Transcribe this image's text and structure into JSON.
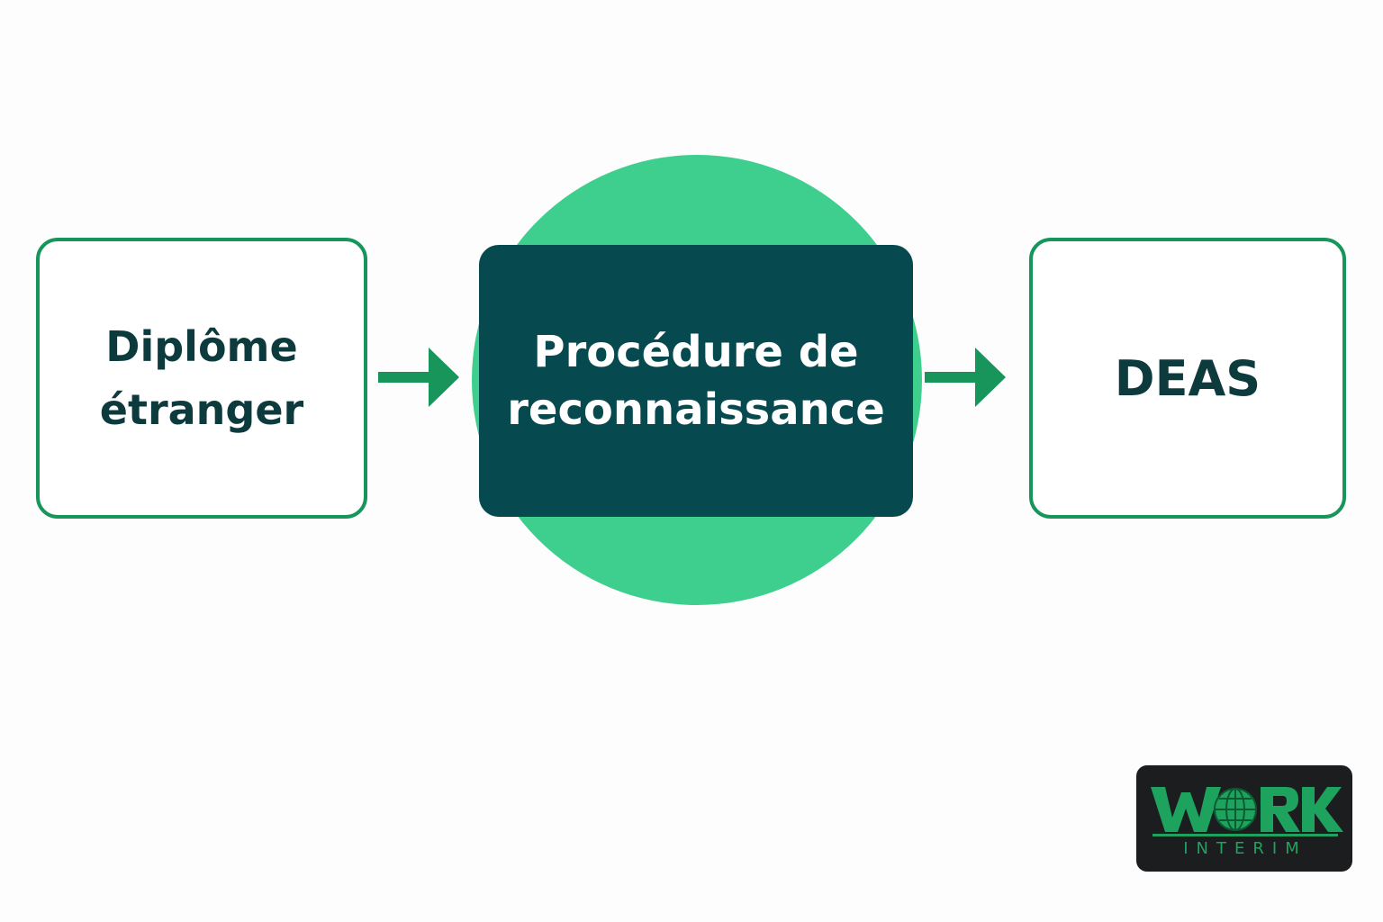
{
  "diagram": {
    "nodes": [
      {
        "id": "left",
        "label": "Diplôme\nétranger"
      },
      {
        "id": "center",
        "label": "Procédure de\nreconnaissance"
      },
      {
        "id": "right",
        "label": "DEAS"
      }
    ],
    "edges": [
      {
        "from": "left",
        "to": "center"
      },
      {
        "from": "center",
        "to": "right"
      }
    ]
  },
  "logo": {
    "word": "WORK",
    "tagline": "INTERIM"
  },
  "colors": {
    "accent_green": "#17955a",
    "circle_green": "#3ecf8e",
    "dark_teal": "#064a4f",
    "text_dark": "#0d3a3d",
    "logo_bg": "#1b1d1e"
  }
}
